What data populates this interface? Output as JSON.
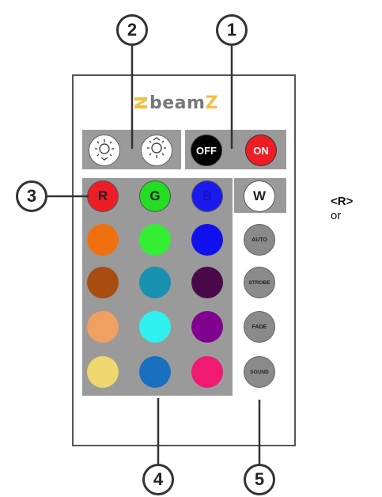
{
  "brand": {
    "logo_text": "beam",
    "logo_suffix": "Z"
  },
  "callouts": [
    {
      "id": "1",
      "label": "1"
    },
    {
      "id": "2",
      "label": "2"
    },
    {
      "id": "3",
      "label": "3"
    },
    {
      "id": "4",
      "label": "4"
    },
    {
      "id": "5",
      "label": "5"
    }
  ],
  "power": {
    "off_label": "OFF",
    "on_label": "ON",
    "off_color": "#000000",
    "on_color": "#ee1c25"
  },
  "brightness": {
    "up_icon": "brightness-up-icon",
    "down_icon": "brightness-down-icon"
  },
  "primary": [
    {
      "label": "R",
      "color": "#ee1c25",
      "text_color": "#222222"
    },
    {
      "label": "G",
      "color": "#22dd22",
      "text_color": "#222222"
    },
    {
      "label": "B",
      "color": "#1a1aee",
      "text_color": "#1a1aee"
    },
    {
      "label": "W",
      "color": "#ffffff",
      "text_color": "#222222"
    }
  ],
  "color_grid": [
    [
      "#f07010",
      "#33ee33",
      "#1010ee"
    ],
    [
      "#a84c10",
      "#1890b0",
      "#4a0a4a"
    ],
    [
      "#f0a060",
      "#30f0f0",
      "#800090"
    ],
    [
      "#f0d870",
      "#1a70c0",
      "#f01a70"
    ]
  ],
  "modes": [
    {
      "label": "AUTO"
    },
    {
      "label": "STROBE"
    },
    {
      "label": "FADE"
    },
    {
      "label": "SOUND"
    }
  ],
  "side_note": {
    "line1": "<R>",
    "line2": "or"
  }
}
